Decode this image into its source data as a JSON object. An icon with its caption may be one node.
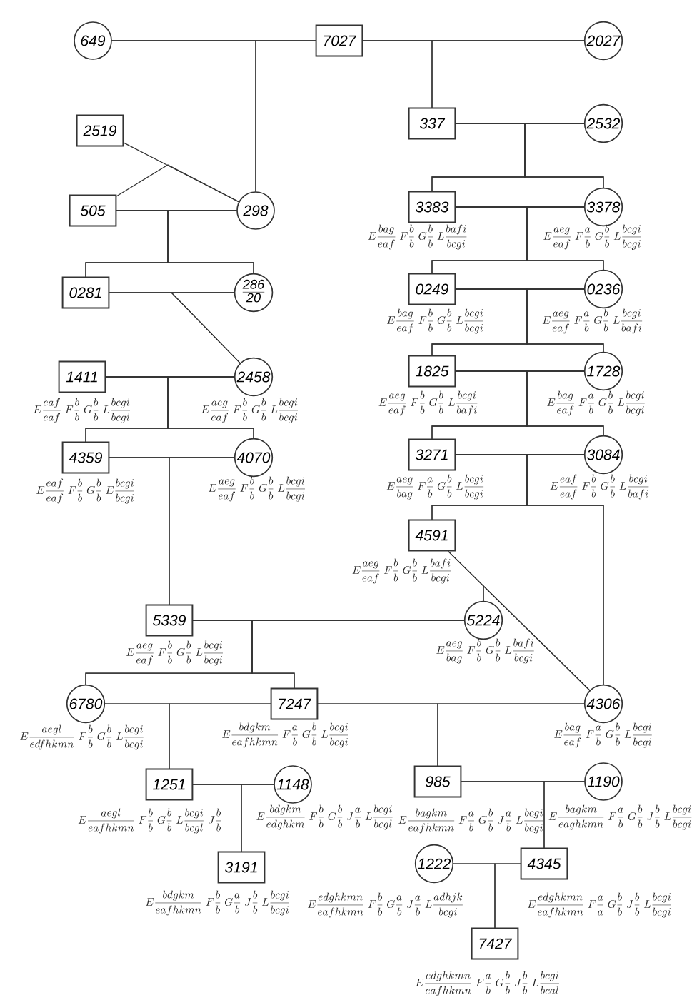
{
  "diagram": {
    "nodes": [
      {
        "text": [
          "649"
        ]
      },
      {
        "text": [
          "7027"
        ]
      },
      {
        "text": [
          "2027"
        ]
      },
      {
        "text": [
          "2519"
        ]
      },
      {
        "text": [
          "505"
        ]
      },
      {
        "text": [
          "298"
        ]
      },
      {
        "text": [
          "337"
        ]
      },
      {
        "text": [
          "2532"
        ]
      },
      {
        "text": [
          "3383"
        ],
        "beside": [
          "E\\frac{bag}{eaf}\\;F\\frac{b}{b}\\;G\\frac{b}{b}\\;L\\frac{bafi}{bcgi}"
        ]
      },
      {
        "text": [
          "3378"
        ],
        "beside": [
          "E\\frac{aeg}{eaf}\\;F\\frac{a}{b}\\;G\\frac{b}{b}\\;L\\frac{bcgi}{bcgi}"
        ]
      },
      {
        "text": [
          "0281"
        ]
      },
      {
        "text": [
          "286",
          "20"
        ]
      },
      {
        "text": [
          "0249"
        ],
        "beside": [
          "E\\frac{bag}{eaf}\\;F\\frac{b}{b}\\;G\\frac{b}{b}\\;L\\frac{bcgi}{bcgi}"
        ]
      },
      {
        "text": [
          "0236"
        ],
        "beside": [
          "E\\frac{aeg}{eaf}\\;F\\frac{a}{b}\\;G\\frac{b}{b}\\;L\\frac{bcgi}{bafi}"
        ]
      },
      {
        "text": [
          "1411"
        ],
        "beside": [
          "E\\frac{eaf}{eaf}\\;F\\frac{b}{b}\\;G\\frac{b}{b}\\;L\\frac{bcgi}{bcgi}"
        ]
      },
      {
        "text": [
          "2458"
        ],
        "beside": [
          "E\\frac{aeg}{eaf}\\;F\\frac{b}{b}\\;G\\frac{b}{b}\\;L\\frac{bcgi}{bcgi}"
        ]
      },
      {
        "text": [
          "1825"
        ],
        "beside": [
          "E\\frac{aeg}{eaf}\\;F\\frac{b}{b}\\;G\\frac{b}{b}\\;L\\frac{bcgi}{bafi}"
        ]
      },
      {
        "text": [
          "1728"
        ],
        "beside": [
          "E\\frac{bag}{eaf}\\;F\\frac{a}{b}\\;G\\frac{b}{b}\\;L\\frac{bcgi}{bcgi}"
        ]
      },
      {
        "text": [
          "4359"
        ],
        "beside": [
          "E\\frac{eaf}{eaf}\\;F\\frac{b}{b}\\;G\\frac{b}{b}\\;E\\frac{bcgi}{bcgi}"
        ]
      },
      {
        "text": [
          "4070"
        ],
        "beside": [
          "E\\frac{aeg}{eaf}\\;F\\frac{b}{b}\\;G\\frac{b}{b}\\;L\\frac{bcgi}{bcgi}"
        ]
      },
      {
        "text": [
          "3271"
        ],
        "beside": [
          "E\\frac{aeg}{bag}\\;F\\frac{a}{b}\\;G\\frac{b}{b}\\;L\\frac{bcgi}{bcgi}"
        ]
      },
      {
        "text": [
          "3084"
        ],
        "beside": [
          "E\\frac{eaf}{eaf}\\;F\\frac{b}{b}\\;G\\frac{b}{b}\\;L\\frac{bcgi}{bafi}"
        ]
      },
      {
        "text": [
          "4591"
        ],
        "beside": [
          "E\\frac{aeg}{eaf}\\;F\\frac{b}{b}\\;G\\frac{b}{b}\\;L\\frac{bafi}{bcgi}"
        ]
      },
      {
        "text": [
          "5339"
        ],
        "beside": [
          "E\\frac{aeg}{eaf}\\;F\\frac{b}{b}\\;G\\frac{b}{b}\\;L\\frac{bcgi}{bcgi}"
        ]
      },
      {
        "text": [
          "5224"
        ],
        "beside": [
          "E\\frac{aeg}{bag}\\;F\\frac{b}{b}\\;G\\frac{b}{b}\\;L\\frac{bafi}{bcgi}"
        ]
      },
      {
        "text": [
          "6780"
        ],
        "beside": [
          "E\\frac{aegl}{edfhkmn}\\;F\\frac{b}{b}\\;G\\frac{b}{b}\\;L\\frac{bcgi}{bcgi}"
        ]
      },
      {
        "text": [
          "7247"
        ],
        "beside": [
          "E\\frac{bdgkm}{eafhkmn}\\;F\\frac{a}{b}\\;G\\frac{b}{b}\\;L\\frac{bcgi}{bcgi}"
        ]
      },
      {
        "text": [
          "4306"
        ],
        "beside": [
          "E\\frac{bag}{eaf}\\;F\\frac{a}{b}\\;G\\frac{b}{b}\\;L\\frac{bcgi}{bcgi}"
        ]
      },
      {
        "text": [
          "1251"
        ],
        "beside": [
          "E\\frac{aegl}{eafhkmn}\\;F\\frac{b}{b}\\;G\\frac{b}{b}\\;L\\frac{bcgi}{bcgl}\\;J\\frac{b}{b}"
        ]
      },
      {
        "text": [
          "1148"
        ],
        "beside": [
          "E\\frac{bdgkm}{edghkm}\\;F\\frac{b}{b}\\;G\\frac{b}{b}\\;J\\frac{a}{b}\\;L\\frac{bcgi}{bcgl}"
        ]
      },
      {
        "text": [
          "985"
        ],
        "beside": [
          "E\\frac{bagkm}{eafhkmn}\\;F\\frac{a}{b}\\;G\\frac{b}{b}\\;J\\frac{a}{b}\\;L\\frac{bcgi}{bcgi}"
        ]
      },
      {
        "text": [
          "1190"
        ],
        "beside": [
          "E\\frac{bagkm}{eaghkmn}\\;F\\frac{a}{b}\\;G\\frac{b}{b}\\;J\\frac{b}{b}\\;L\\frac{bcgi}{bcgi}"
        ]
      },
      {
        "text": [
          "1222"
        ],
        "beside": [
          "E\\frac{edghkmn}{eafhkmn}\\;F\\frac{b}{b}\\;G\\frac{a}{b}\\;J\\frac{a}{b}\\;L\\frac{adhjk}{bcgi}"
        ]
      },
      {
        "text": [
          "4345"
        ],
        "beside": [
          "E\\frac{edghkmn}{eafhkmn}\\;F\\frac{a}{a}\\;G\\frac{b}{b}\\;J\\frac{b}{b}\\;L\\frac{bcgi}{bcgi}"
        ]
      },
      {
        "text": [
          "3191"
        ],
        "beside": [
          "E\\frac{bdgkm}{eafhkmn}\\;F\\frac{b}{b}\\;G\\frac{a}{b}\\;J\\frac{b}{b}\\;L\\frac{bcgi}{bcgi}"
        ]
      },
      {
        "text": [
          "7427"
        ],
        "beside": [
          "E\\frac{edghkmn}{eafhkmn}\\;F\\frac{a}{b}\\;G\\frac{b}{b}\\;J\\frac{b}{b}\\;L\\frac{bcgi}{bcal}"
        ]
      }
    ],
    "edges": [
      {
        "from": 0,
        "to": 1,
        "arrow": "none"
      },
      {
        "from": 1,
        "to": 2,
        "arrow": "none"
      },
      {
        "from": 3,
        "to": 5,
        "arrow": "none"
      },
      {
        "from": 4,
        "to": 5,
        "arrow": "none"
      },
      {
        "from": 4,
        "to": 5,
        "arrow": "none"
      },
      {
        "from": 10,
        "to": 11,
        "arrow": "none"
      },
      {
        "from": 14,
        "to": 15,
        "arrow": "none"
      },
      {
        "from": 18,
        "to": 19,
        "arrow": "none"
      },
      {
        "from": 6,
        "to": 7,
        "arrow": "none"
      },
      {
        "from": 8,
        "to": 9,
        "arrow": "none"
      },
      {
        "from": 12,
        "to": 13,
        "arrow": "none"
      },
      {
        "from": 16,
        "to": 17,
        "arrow": "none"
      },
      {
        "from": 20,
        "to": 21,
        "arrow": "none"
      },
      {
        "from": 22,
        "to": 27,
        "arrow": "none"
      },
      {
        "from": 23,
        "to": 24,
        "arrow": "none"
      },
      {
        "from": 25,
        "to": 26,
        "arrow": "none"
      },
      {
        "from": 26,
        "to": 27,
        "arrow": "none"
      },
      {
        "from": 28,
        "to": 29,
        "arrow": "none"
      },
      {
        "from": 30,
        "to": 31,
        "arrow": "none"
      },
      {
        "from": 32,
        "to": 33,
        "arrow": "none"
      },
      {
        "from": 0,
        "to": 5,
        "arrow": "none"
      },
      {
        "from": 1,
        "to": 5,
        "arrow": "none"
      },
      {
        "from": 1,
        "to": 6,
        "arrow": "none"
      },
      {
        "from": 2,
        "to": 6,
        "arrow": "none"
      },
      {
        "from": 4,
        "to": 10,
        "arrow": "none"
      },
      {
        "from": 5,
        "to": 10,
        "arrow": "none"
      },
      {
        "from": 4,
        "to": 11,
        "arrow": "none"
      },
      {
        "from": 5,
        "to": 11,
        "arrow": "none"
      },
      {
        "from": 10,
        "to": 15,
        "arrow": "none"
      },
      {
        "from": 11,
        "to": 15,
        "arrow": "none"
      },
      {
        "from": 14,
        "to": 18,
        "arrow": "none"
      },
      {
        "from": 15,
        "to": 18,
        "arrow": "none"
      },
      {
        "from": 14,
        "to": 19,
        "arrow": "none"
      },
      {
        "from": 15,
        "to": 19,
        "arrow": "none"
      },
      {
        "from": 18,
        "to": 23,
        "arrow": "none"
      },
      {
        "from": 19,
        "to": 23,
        "arrow": "none"
      },
      {
        "from": 6,
        "to": 8,
        "arrow": "none"
      },
      {
        "from": 7,
        "to": 8,
        "arrow": "none"
      },
      {
        "from": 6,
        "to": 9,
        "arrow": "none"
      },
      {
        "from": 7,
        "to": 9,
        "arrow": "none"
      },
      {
        "from": 8,
        "to": 12,
        "arrow": "none"
      },
      {
        "from": 9,
        "to": 12,
        "arrow": "none"
      },
      {
        "from": 8,
        "to": 13,
        "arrow": "none"
      },
      {
        "from": 9,
        "to": 13,
        "arrow": "none"
      },
      {
        "from": 12,
        "to": 16,
        "arrow": "none"
      },
      {
        "from": 13,
        "to": 16,
        "arrow": "none"
      },
      {
        "from": 12,
        "to": 17,
        "arrow": "none"
      },
      {
        "from": 13,
        "to": 17,
        "arrow": "none"
      },
      {
        "from": 16,
        "to": 20,
        "arrow": "none"
      },
      {
        "from": 17,
        "to": 20,
        "arrow": "none"
      },
      {
        "from": 16,
        "to": 21,
        "arrow": "none"
      },
      {
        "from": 17,
        "to": 21,
        "arrow": "none"
      },
      {
        "from": 20,
        "to": 22,
        "arrow": "none"
      },
      {
        "from": 21,
        "to": 22,
        "arrow": "none"
      },
      {
        "from": 20,
        "to": 27,
        "arrow": "none"
      },
      {
        "from": 21,
        "to": 27,
        "arrow": "none"
      },
      {
        "from": 22,
        "to": 24,
        "arrow": "none"
      },
      {
        "from": 27,
        "to": 24,
        "arrow": "none"
      },
      {
        "from": 23,
        "to": 25,
        "arrow": "none"
      },
      {
        "from": 24,
        "to": 25,
        "arrow": "none"
      },
      {
        "from": 23,
        "to": 26,
        "arrow": "none"
      },
      {
        "from": 24,
        "to": 26,
        "arrow": "none"
      },
      {
        "from": 25,
        "to": 28,
        "arrow": "none"
      },
      {
        "from": 26,
        "to": 28,
        "arrow": "none"
      },
      {
        "from": 26,
        "to": 30,
        "arrow": "none"
      },
      {
        "from": 27,
        "to": 30,
        "arrow": "none"
      },
      {
        "from": 28,
        "to": 34,
        "arrow": "none"
      },
      {
        "from": 29,
        "to": 34,
        "arrow": "none"
      },
      {
        "from": 30,
        "to": 33,
        "arrow": "none"
      },
      {
        "from": 31,
        "to": 33,
        "arrow": "none"
      },
      {
        "from": 32,
        "to": 35,
        "arrow": "none"
      },
      {
        "from": 33,
        "to": 35,
        "arrow": "none"
      }
    ]
  }
}
